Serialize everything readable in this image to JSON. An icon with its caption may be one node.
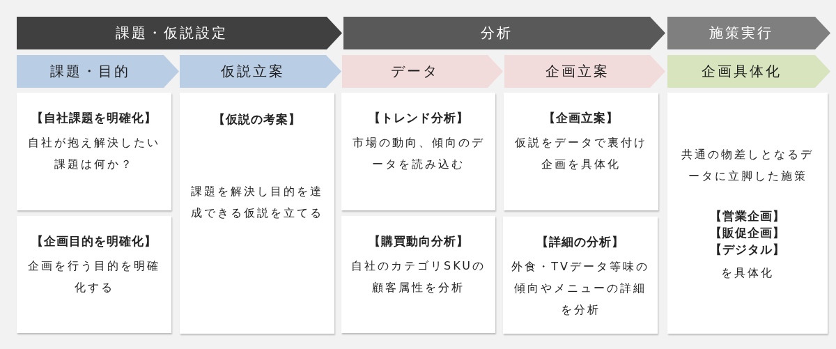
{
  "diagram": {
    "nodes": [
      {
        "text": [
          "課題・仮説設定"
        ]
      },
      {
        "text": [
          "分析"
        ]
      },
      {
        "text": [
          "施策実行"
        ]
      },
      {
        "text": [
          "課題・目的"
        ]
      },
      {
        "text": [
          "仮説立案"
        ]
      },
      {
        "text": [
          "データ"
        ]
      },
      {
        "text": [
          "企画立案"
        ]
      },
      {
        "text": [
          "企画具体化"
        ]
      },
      {
        "text": [
          "【自社課題を明確化】",
          "自社が抱え解決したい課題は何か？"
        ]
      },
      {
        "text": [
          "【企画目的を明確化】",
          "企画を行う目的を明確化する"
        ]
      },
      {
        "text": [
          "【仮説の考案】",
          "課題を解決し目的を達成できる仮説を立てる"
        ]
      },
      {
        "text": [
          "【トレンド分析】",
          "市場の動向、傾向のデータを読み込む"
        ]
      },
      {
        "text": [
          "【購買動向分析】",
          "自社のカテゴリSKUの顧客属性を分析"
        ]
      },
      {
        "text": [
          "【企画立案】",
          "仮説をデータで裏付け企画を具体化"
        ]
      },
      {
        "text": [
          "【詳細の分析】",
          "外食・TVデータ等味の傾向やメニューの詳細を分析"
        ]
      },
      {
        "text": [
          "共通の物差しとなるデータに立脚した施策",
          "【営業企画】",
          "【販促企画】",
          "【デジタル】",
          "を具体化"
        ]
      }
    ]
  }
}
